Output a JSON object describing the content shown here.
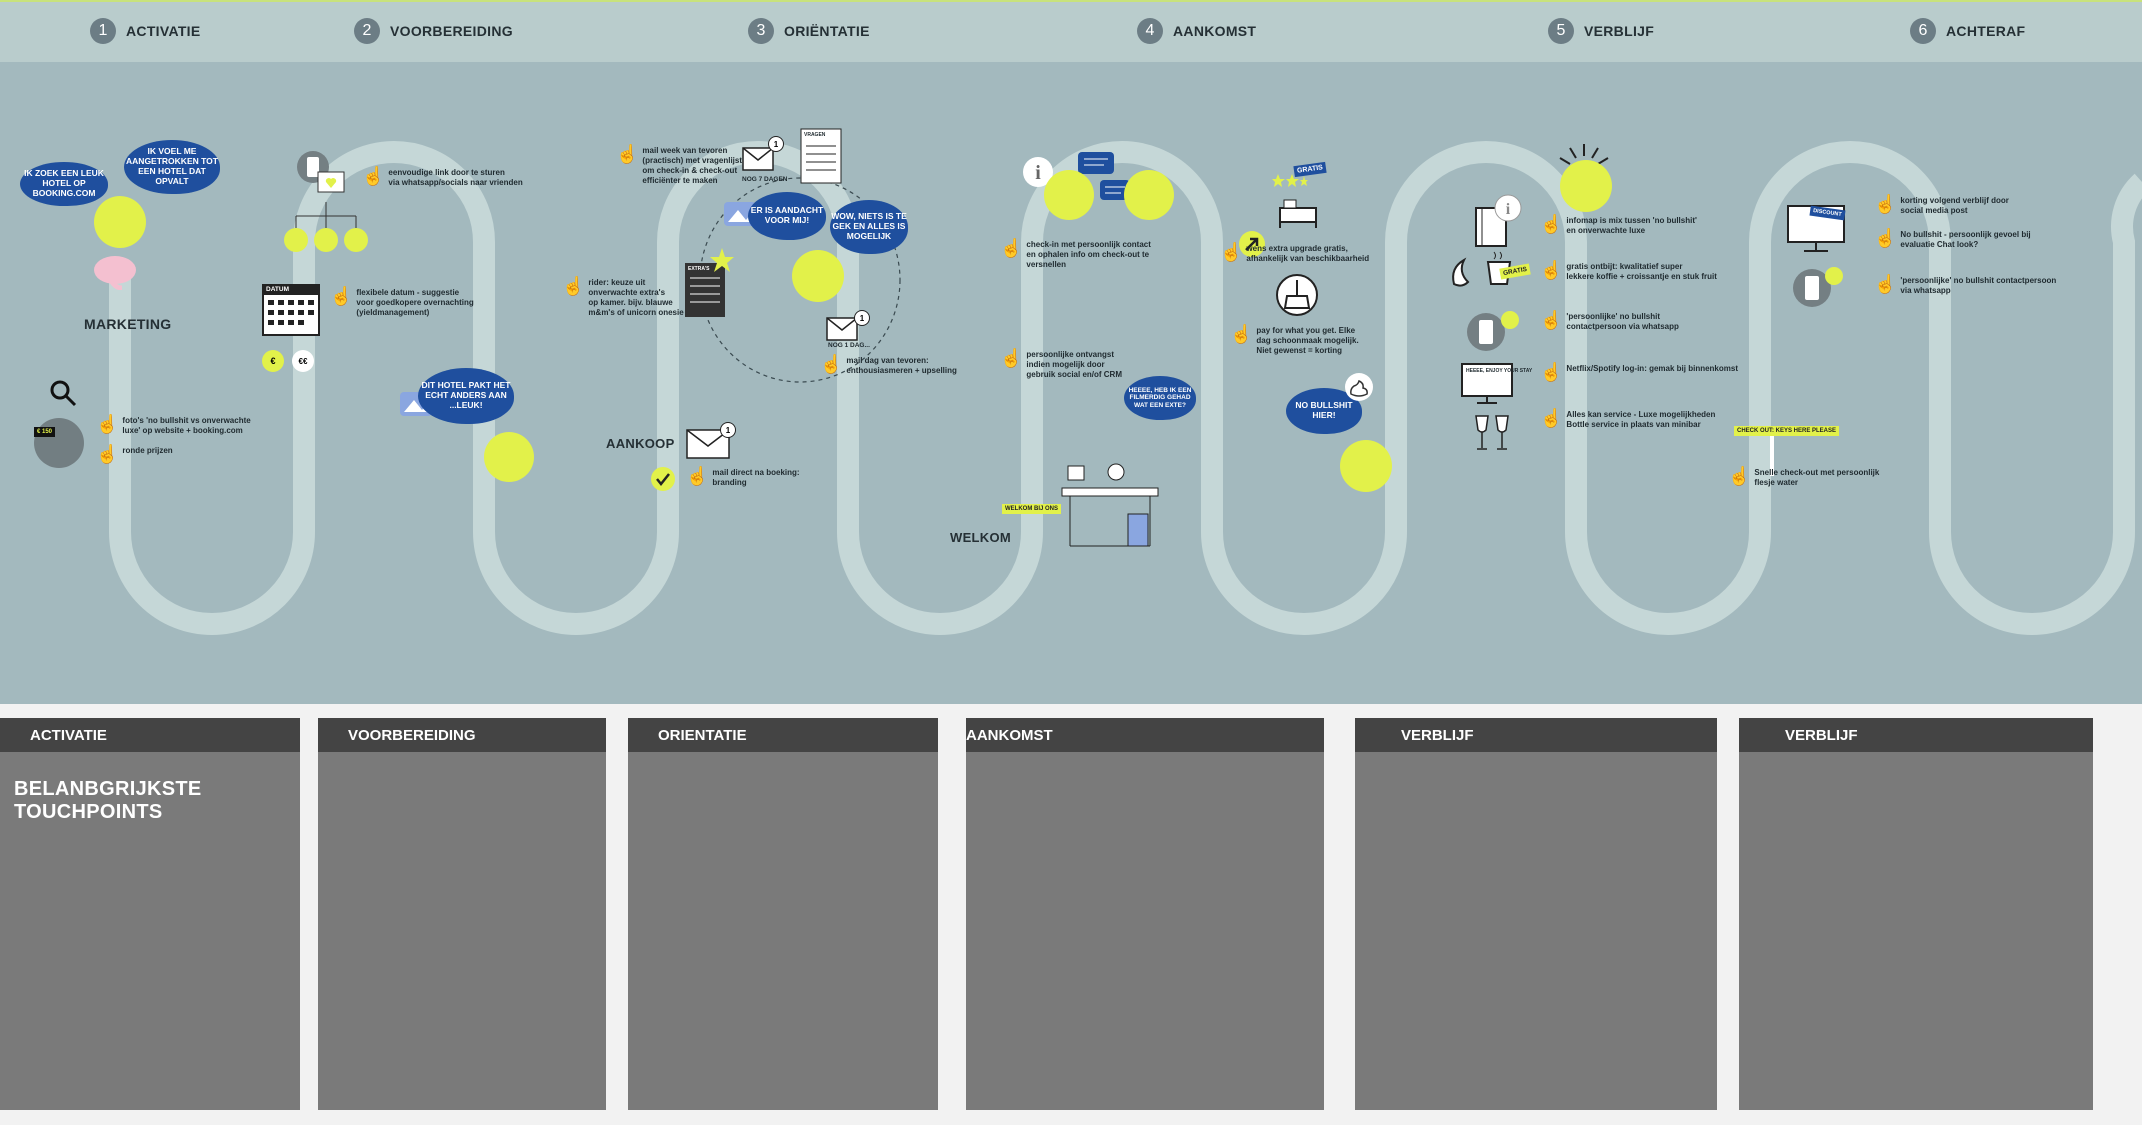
{
  "steps": [
    {
      "num": "1",
      "label": "ACTIVATIE"
    },
    {
      "num": "2",
      "label": "VOORBEREIDING"
    },
    {
      "num": "3",
      "label": "ORIËNTATIE"
    },
    {
      "num": "4",
      "label": "AANKOMST"
    },
    {
      "num": "5",
      "label": "VERBLIJF"
    },
    {
      "num": "6",
      "label": "ACHTERAF"
    }
  ],
  "colors": {
    "header": "#b9cccc",
    "board": "#a3b9be",
    "path": "#c5d7d7",
    "accent": "#e2f14a",
    "bubble": "#1f4f9e",
    "card": "#7a7a7a",
    "card_header": "#444444"
  },
  "bubbles": {
    "zoek": "IK ZOEK EEN LEUK HOTEL OP BOOKING.COM",
    "voel": "IK VOEL ME AANGETROKKEN TOT EEN HOTEL DAT OPVALT",
    "pakt": "DIT HOTEL PAKT HET ECHT ANDERS AAN ...LEUK!",
    "aandacht": "ER IS AANDACHT VOOR MIJ!",
    "wow": "WOW, NIETS IS TE GEK EN ALLES IS MOGELIJK",
    "hebik": "HEEEE, HEB IK EEN FILMERDIG GEHAD WAT EEN EXTE?",
    "nobull": "NO BULLSHIT HIER!"
  },
  "labels": {
    "marketing": "MARKETING",
    "aankoop": "AANKOOP",
    "welkom": "WELKOM",
    "nog7": "NOG 7 DAGEN",
    "nog1": "NOG 1 DAG...",
    "vragen": "VRAGEN",
    "extra": "EXTRA'S",
    "gratis": "GRATIS",
    "gratis2": "GRATIS",
    "price": "€ 150",
    "euro1": "€",
    "euro2": "€€",
    "calendar": "DATUM",
    "discount": "DISCOUNT",
    "welkom_sign": "WELKOM BIJ ONS",
    "checkout_sign": "CHECK OUT: KEYS HERE PLEASE",
    "tv": "HEEEE, ENJOY YOUR STAY",
    "badge1": "1",
    "badge2": "1",
    "badge3": "1"
  },
  "notes": {
    "n1": "foto's 'no bullshit vs onverwachte\nluxe' op website + booking.com",
    "n2": "ronde prijzen",
    "n3": "eenvoudige link door te sturen\nvia whatsapp/socials naar vrienden",
    "n4": "flexibele datum - suggestie\nvoor goedkopere overnachting\n(yieldmanagement)",
    "n5": "mail week van tevoren\n(practisch) met vragenlijst\nom check-in & check-out\nefficiënter te maken",
    "n6": "rider: keuze uit\nonverwachte extra's\nop kamer. bijv. blauwe\nm&m's of unicorn onesie",
    "n7": "mail dag van tevoren:\nenthousiasmeren + upselling",
    "n8": "mail direct na boeking:\nbranding",
    "n9": "check-in met persoonlijk contact\nen ophalen info om check-out te\nversnellen",
    "n10": "persoonlijke ontvangst\nindien mogelijk door\ngebruik social en/of CRM",
    "n11": "wens extra upgrade gratis,\nafhankelijk van beschikbaarheid",
    "n12": "pay for what you get. Elke\ndag schoonmaak mogelijk.\nNiet gewenst = korting",
    "n13": "infomap is mix tussen 'no bullshit'\nen onverwachte luxe",
    "n14": "gratis ontbijt: kwalitatief super\nlekkere koffie + croissantje en stuk fruit",
    "n15": "'persoonlijke' no bullshit\ncontactpersoon via whatsapp",
    "n16": "Netflix/Spotify log-in: gemak bij binnenkomst",
    "n17": "Alles kan service - Luxe mogelijkheden\nBottle service in plaats van minibar",
    "n18": "korting volgend verblijf door\nsocial media post",
    "n19": "No bullshit - persoonlijk gevoel bij\nevaluatie Chat look?",
    "n20": "'persoonlijke' no bullshit contactpersoon\nvia whatsapp",
    "n21": "Snelle check-out met persoonlijk\nflesje water"
  },
  "cards": [
    {
      "title": "ACTIVATIE",
      "subtitle": "BELANBGRIJKSTE TOUCHPOINTS"
    },
    {
      "title": "VOORBEREIDING"
    },
    {
      "title": "ORIENTATIE"
    },
    {
      "title": "AANKOMST"
    },
    {
      "title": "VERBLIJF"
    },
    {
      "title": "VERBLIJF"
    }
  ]
}
